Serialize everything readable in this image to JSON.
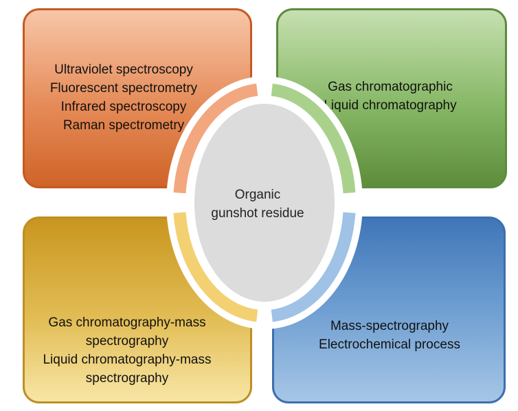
{
  "center": {
    "lines": [
      "Organic",
      "gunshot residue"
    ]
  },
  "quadrants": {
    "top_left": {
      "lines": [
        "Ultraviolet spectroscopy",
        "Fluorescent spectrometry",
        "Infrared spectroscopy",
        "Raman spectrometry"
      ],
      "color": "#e58a57"
    },
    "top_right": {
      "lines": [
        "Gas chromatographic",
        "Liquid chromatography"
      ],
      "color": "#86b765"
    },
    "bottom_left": {
      "lines": [
        "Gas chromatography-mass",
        "spectrography",
        "Liquid chromatography-mass",
        "spectrography"
      ],
      "color": "#e2bd55"
    },
    "bottom_right": {
      "lines": [
        "Mass-spectrography",
        "Electrochemical process"
      ],
      "color": "#6f9fd2"
    }
  },
  "colors": {
    "center_fill": "#dcdcdc",
    "ring_white": "#ffffff"
  }
}
